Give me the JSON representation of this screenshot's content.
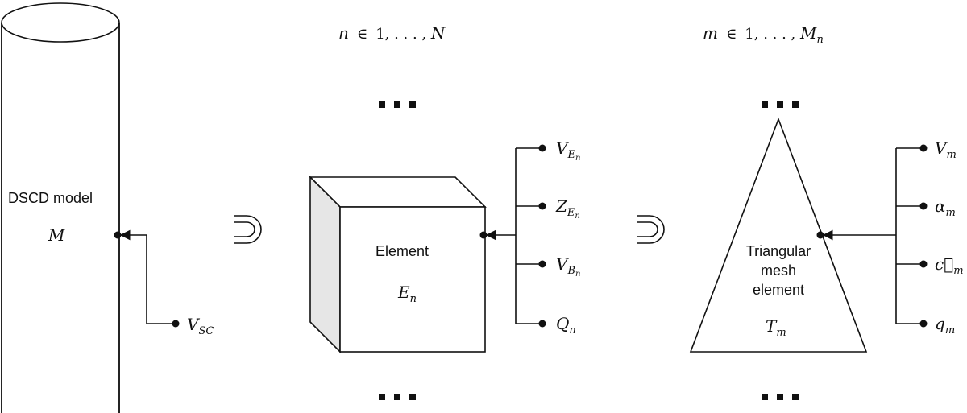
{
  "cylinder": {
    "label": "DSCD model",
    "symbol": "M",
    "port": {
      "main": "V",
      "sub": "SC"
    }
  },
  "element": {
    "label": "Element",
    "symbol_main": "E",
    "symbol_sub": "n",
    "ports": [
      {
        "main": "V",
        "sub": "E",
        "subsub": "n"
      },
      {
        "main": "Z",
        "sub": "E",
        "subsub": "n"
      },
      {
        "main": "V",
        "sub": "B",
        "subsub": "n"
      },
      {
        "main": "Q",
        "sub": "n",
        "subsub": ""
      }
    ]
  },
  "triangle": {
    "label_lines": [
      "Triangular",
      "mesh",
      "element"
    ],
    "symbol_main": "T",
    "symbol_sub": "m",
    "ports": [
      {
        "main": "V",
        "sub": "m"
      },
      {
        "main": "α",
        "sub": "m"
      },
      {
        "main": "c⃗",
        "sub": "m"
      },
      {
        "main": "q",
        "sub": "m"
      }
    ]
  },
  "ranges": {
    "n": {
      "var": "n",
      "op": "∈",
      "body": "1, . . . , ",
      "end": "N",
      "end_sub": ""
    },
    "m": {
      "var": "m",
      "op": "∈",
      "body": "1, . . . , ",
      "end": "M",
      "end_sub": "n"
    }
  },
  "symbols": {
    "superset": "⋑",
    "ellipsis": "…"
  }
}
